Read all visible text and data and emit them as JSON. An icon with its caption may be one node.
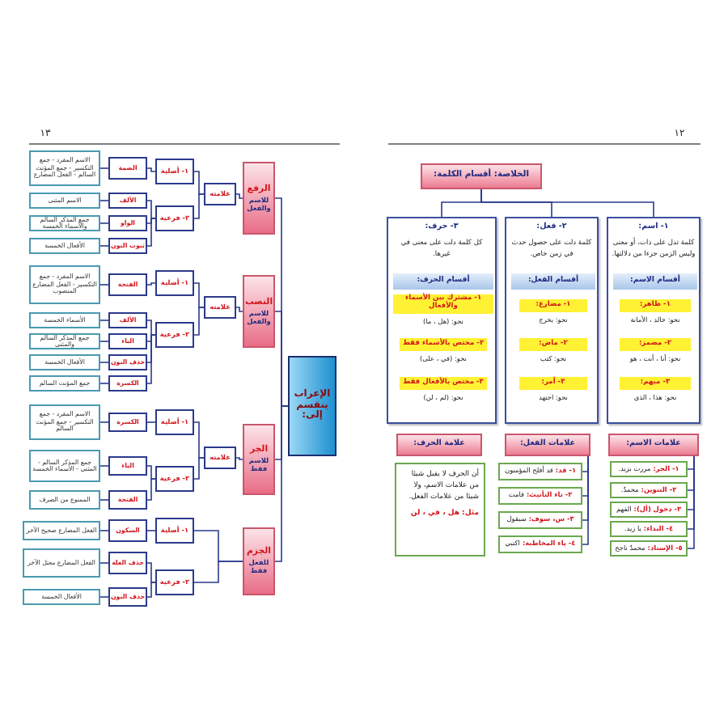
{
  "diagram": {
    "nodes": [
      {
        "text": [
          "الخلاصة: أقسام الكلمة:"
        ]
      },
      {
        "text": [
          "١- اسم:",
          "كلمة تدل على ذات، أو معنى وليس الزمن جزءا من دلالتها."
        ]
      },
      {
        "text": [
          "أقسام الاسم:"
        ],
        "in": 1
      },
      {
        "text": [
          "١- ظاهر:"
        ],
        "in": 1,
        "beside": [
          "نحو: خالد ، الأمانة"
        ]
      },
      {
        "text": [
          "٢- مضمر:"
        ],
        "in": 1,
        "beside": [
          "نحو: أنا ، أنت ، هو"
        ]
      },
      {
        "text": [
          "٣- مبهم:"
        ],
        "in": 1,
        "beside": [
          "نحو: هذا ، الذي"
        ]
      },
      {
        "text": [
          "٢- فعل:",
          "كلمة دلت على حصول حدث في زمن خاص."
        ]
      },
      {
        "text": [
          "أقسام الفعل:"
        ],
        "in": 6
      },
      {
        "text": [
          "١- مضارع:"
        ],
        "in": 6,
        "beside": [
          "نحو: يخرج"
        ]
      },
      {
        "text": [
          "٢- ماض:"
        ],
        "in": 6,
        "beside": [
          "نحو: كتب"
        ]
      },
      {
        "text": [
          "٣- أمر:"
        ],
        "in": 6,
        "beside": [
          "نحو: اجتهد"
        ]
      },
      {
        "text": [
          "٣- حرف:",
          "كل كلمة دلت على معنى في غيرها."
        ]
      },
      {
        "text": [
          "أقسام الحرف:"
        ],
        "in": 11
      },
      {
        "text": [
          "١- مشترك بين الأسماء والأفعال"
        ],
        "in": 11,
        "beside": [
          "نحو: (هل ، ما)"
        ]
      },
      {
        "text": [
          "٢- مختص بالأسماء فقط"
        ],
        "in": 11,
        "beside": [
          "نحو: (في ، على)"
        ]
      },
      {
        "text": [
          "٣- مختص بالأفعال فقط"
        ],
        "in": 11,
        "beside": [
          "نحو: (لم ، لن)"
        ]
      },
      {
        "text": [
          "علامات الاسم:"
        ]
      },
      {
        "text": [
          "١- الجر:",
          "مررت بزيد."
        ]
      },
      {
        "text": [
          "٢- التنوين:",
          "محمدٌ."
        ]
      },
      {
        "text": [
          "٣- دخول (أل):",
          "الفهم"
        ]
      },
      {
        "text": [
          "٤- النداء:",
          "يا زيد."
        ]
      },
      {
        "text": [
          "٥- الإسناد:",
          "محمدٌ ناجح"
        ]
      },
      {
        "text": [
          "علامات الفعل:"
        ]
      },
      {
        "text": [
          "١- قد:",
          "قد أفلح المؤمنون"
        ]
      },
      {
        "text": [
          "٢- تاء التأنيث:",
          "قامت"
        ]
      },
      {
        "text": [
          "٣- س، سوف:",
          "سيقول"
        ]
      },
      {
        "text": [
          "٤- ياء المخاطبة:",
          "اكتبي"
        ]
      },
      {
        "text": [
          "علامة الحرف:"
        ]
      },
      {
        "text": [
          "أن الحرف لا يقبل شيئا من علامات الاسم، ولا شيئا من علامات الفعل.",
          "مثل: هل ، في ، لن"
        ]
      },
      {
        "text": [
          "الإعراب ينقسم إلى:"
        ]
      },
      {
        "text": [
          "الرفع",
          "للاسم والفعل"
        ]
      },
      {
        "text": [
          "علامته"
        ]
      },
      {
        "text": [
          "١- أصلية"
        ]
      },
      {
        "text": [
          "٢- فرعية"
        ]
      },
      {
        "text": [
          "الضمة"
        ]
      },
      {
        "text": [
          "الاسم المفرد - جمع التكسير - جمع المؤنث السالم - الفعل المضارع"
        ]
      },
      {
        "text": [
          "الألف"
        ]
      },
      {
        "text": [
          "الاسم المثنى"
        ]
      },
      {
        "text": [
          "الواو"
        ]
      },
      {
        "text": [
          "جمع المذكر السالم والأسماء الخمسة"
        ]
      },
      {
        "text": [
          "ثبوت النون"
        ]
      },
      {
        "text": [
          "الأفعال الخمسة"
        ]
      },
      {
        "text": [
          "النصب",
          "للاسم والفعل"
        ]
      },
      {
        "text": [
          "علامته"
        ]
      },
      {
        "text": [
          "١- أصلية"
        ]
      },
      {
        "text": [
          "٢- فرعية"
        ]
      },
      {
        "text": [
          "الفتحة"
        ]
      },
      {
        "text": [
          "الاسم المفرد - جمع التكسير - الفعل المضارع المنصوب"
        ]
      },
      {
        "text": [
          "الألف"
        ]
      },
      {
        "text": [
          "الأسماء الخمسة"
        ]
      },
      {
        "text": [
          "الياء"
        ]
      },
      {
        "text": [
          "جمع المذكر السالم والمثنى"
        ]
      },
      {
        "text": [
          "حذف النون"
        ]
      },
      {
        "text": [
          "الأفعال الخمسة"
        ]
      },
      {
        "text": [
          "الكسرة"
        ]
      },
      {
        "text": [
          "جمع المؤنث السالم"
        ]
      },
      {
        "text": [
          "الجر",
          "للاسم فقط"
        ]
      },
      {
        "text": [
          "علامته"
        ]
      },
      {
        "text": [
          "١- أصلية"
        ]
      },
      {
        "text": [
          "٢- فرعية"
        ]
      },
      {
        "text": [
          "الكسرة"
        ]
      },
      {
        "text": [
          "الاسم المفرد - جمع التكسير - جمع المؤنث السالم"
        ]
      },
      {
        "text": [
          "الياء"
        ]
      },
      {
        "text": [
          "جمع المذكر السالم - المثنى - الأسماء الخمسة"
        ]
      },
      {
        "text": [
          "الفتحة"
        ]
      },
      {
        "text": [
          "الممنوع من الصرف"
        ]
      },
      {
        "text": [
          "الجزم",
          "للفعل فقط"
        ]
      },
      {
        "text": [
          "١- أصلية"
        ]
      },
      {
        "text": [
          "٢- فرعية"
        ]
      },
      {
        "text": [
          "السكون"
        ]
      },
      {
        "text": [
          "الفعل المضارع صحيح الآخر"
        ]
      },
      {
        "text": [
          "حذف العلة"
        ]
      },
      {
        "text": [
          "الفعل المضارع معتل الآخر"
        ]
      },
      {
        "text": [
          "حذف النون"
        ]
      },
      {
        "text": [
          "الأفعال الخمسة"
        ]
      }
    ],
    "edges": [
      {
        "from": 0,
        "to": 1,
        "arrow": "none"
      },
      {
        "from": 0,
        "to": 6,
        "arrow": "none"
      },
      {
        "from": 0,
        "to": 11,
        "arrow": "none"
      },
      {
        "from": 16,
        "to": 17,
        "arrow": "none"
      },
      {
        "from": 16,
        "to": 18,
        "arrow": "none"
      },
      {
        "from": 16,
        "to": 19,
        "arrow": "none"
      },
      {
        "from": 16,
        "to": 20,
        "arrow": "none"
      },
      {
        "from": 16,
        "to": 21,
        "arrow": "none"
      },
      {
        "from": 22,
        "to": 23,
        "arrow": "none"
      },
      {
        "from": 22,
        "to": 24,
        "arrow": "none"
      },
      {
        "from": 22,
        "to": 25,
        "arrow": "none"
      },
      {
        "from": 22,
        "to": 26,
        "arrow": "none"
      },
      {
        "from": 29,
        "to": 30,
        "arrow": "none"
      },
      {
        "from": 29,
        "to": 42,
        "arrow": "none"
      },
      {
        "from": 29,
        "to": 56,
        "arrow": "none"
      },
      {
        "from": 29,
        "to": 66,
        "arrow": "none"
      },
      {
        "from": 30,
        "to": 31,
        "arrow": "none"
      },
      {
        "from": 31,
        "to": 32,
        "arrow": "none"
      },
      {
        "from": 31,
        "to": 33,
        "arrow": "none"
      },
      {
        "from": 32,
        "to": 34,
        "arrow": "none"
      },
      {
        "from": 34,
        "to": 35,
        "arrow": "none"
      },
      {
        "from": 33,
        "to": 36,
        "arrow": "none"
      },
      {
        "from": 36,
        "to": 37,
        "arrow": "none"
      },
      {
        "from": 33,
        "to": 38,
        "arrow": "none"
      },
      {
        "from": 38,
        "to": 39,
        "arrow": "none"
      },
      {
        "from": 33,
        "to": 40,
        "arrow": "none"
      },
      {
        "from": 40,
        "to": 41,
        "arrow": "none"
      },
      {
        "from": 42,
        "to": 43,
        "arrow": "none"
      },
      {
        "from": 43,
        "to": 44,
        "arrow": "none"
      },
      {
        "from": 43,
        "to": 45,
        "arrow": "none"
      },
      {
        "from": 44,
        "to": 46,
        "arrow": "none"
      },
      {
        "from": 46,
        "to": 47,
        "arrow": "none"
      },
      {
        "from": 45,
        "to": 48,
        "arrow": "none"
      },
      {
        "from": 48,
        "to": 49,
        "arrow": "none"
      },
      {
        "from": 45,
        "to": 50,
        "arrow": "none"
      },
      {
        "from": 50,
        "to": 51,
        "arrow": "none"
      },
      {
        "from": 45,
        "to": 52,
        "arrow": "none"
      },
      {
        "from": 52,
        "to": 53,
        "arrow": "none"
      },
      {
        "from": 45,
        "to": 54,
        "arrow": "none"
      },
      {
        "from": 54,
        "to": 55,
        "arrow": "none"
      },
      {
        "from": 56,
        "to": 57,
        "arrow": "none"
      },
      {
        "from": 57,
        "to": 58,
        "arrow": "none"
      },
      {
        "from": 57,
        "to": 59,
        "arrow": "none"
      },
      {
        "from": 58,
        "to": 60,
        "arrow": "none"
      },
      {
        "from": 60,
        "to": 61,
        "arrow": "none"
      },
      {
        "from": 59,
        "to": 62,
        "arrow": "none"
      },
      {
        "from": 62,
        "to": 63,
        "arrow": "none"
      },
      {
        "from": 59,
        "to": 64,
        "arrow": "none"
      },
      {
        "from": 64,
        "to": 65,
        "arrow": "none"
      },
      {
        "from": 66,
        "to": 67,
        "arrow": "none"
      },
      {
        "from": 66,
        "to": 68,
        "arrow": "none"
      },
      {
        "from": 67,
        "to": 69,
        "arrow": "none"
      },
      {
        "from": 69,
        "to": 70,
        "arrow": "none"
      },
      {
        "from": 68,
        "to": 71,
        "arrow": "none"
      },
      {
        "from": 71,
        "to": 72,
        "arrow": "none"
      },
      {
        "from": 68,
        "to": 73,
        "arrow": "none"
      },
      {
        "from": 73,
        "to": 74,
        "arrow": "none"
      }
    ],
    "labels": [
      "١٢",
      "١٣"
    ]
  }
}
